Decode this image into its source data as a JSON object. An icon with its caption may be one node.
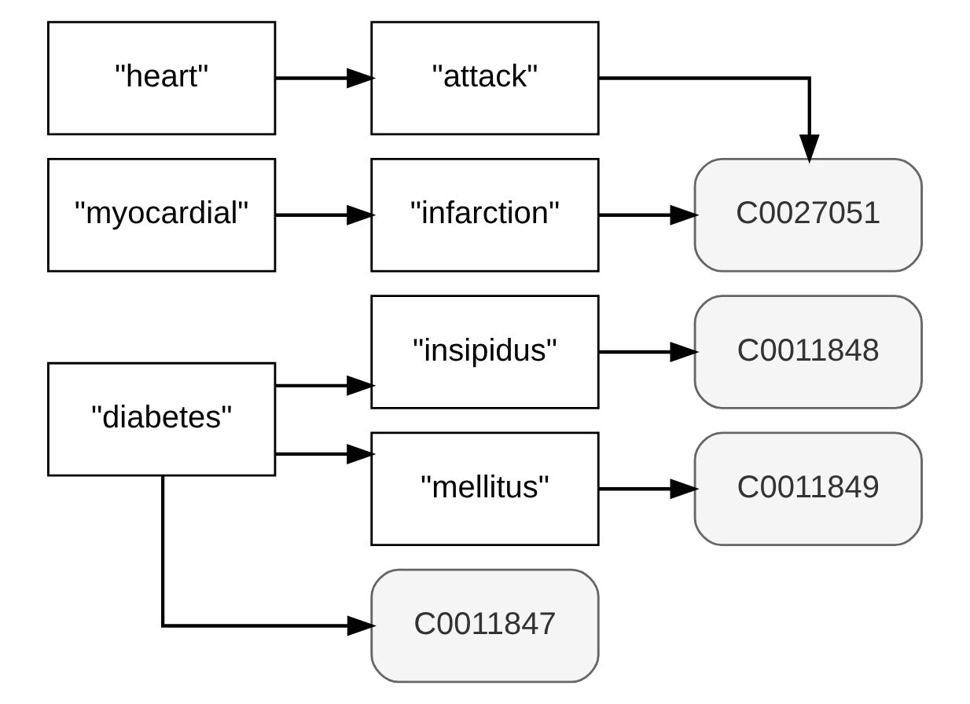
{
  "diagram": {
    "nodes": [
      {
        "text": [
          "\"heart\""
        ]
      },
      {
        "text": [
          "\"myocardial\""
        ]
      },
      {
        "text": [
          "\"diabetes\""
        ]
      },
      {
        "text": [
          "\"attack\""
        ]
      },
      {
        "text": [
          "\"infarction\""
        ]
      },
      {
        "text": [
          "\"insipidus\""
        ]
      },
      {
        "text": [
          "\"mellitus\""
        ]
      },
      {
        "text": [
          "C0027051"
        ]
      },
      {
        "text": [
          "C0011848"
        ]
      },
      {
        "text": [
          "C0011849"
        ]
      },
      {
        "text": [
          "C0011847"
        ]
      }
    ],
    "edges": [
      {
        "from": 0,
        "to": 3,
        "arrow": "to"
      },
      {
        "from": 1,
        "to": 4,
        "arrow": "to"
      },
      {
        "from": 2,
        "to": 5,
        "arrow": "to"
      },
      {
        "from": 2,
        "to": 6,
        "arrow": "to"
      },
      {
        "from": 2,
        "to": 10,
        "arrow": "to"
      },
      {
        "from": 3,
        "to": 7,
        "arrow": "to"
      },
      {
        "from": 4,
        "to": 7,
        "arrow": "to"
      },
      {
        "from": 5,
        "to": 8,
        "arrow": "to"
      },
      {
        "from": 6,
        "to": 9,
        "arrow": "to"
      }
    ]
  }
}
